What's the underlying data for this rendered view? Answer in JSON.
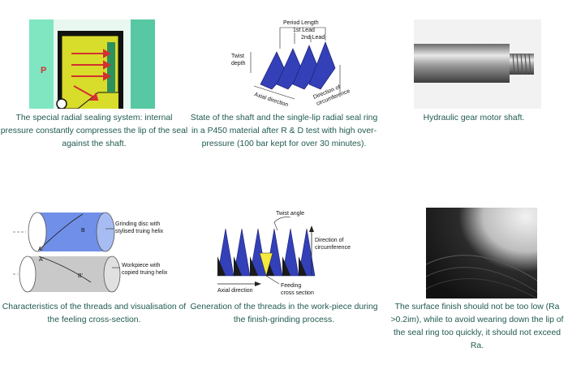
{
  "colors": {
    "caption": "#1f5a4f",
    "seal_green": "#7fe6c1",
    "seal_yellow": "#d8dc2a",
    "thread_blue": "#3340b8"
  },
  "figures": [
    {
      "caption": "The special radial sealing system: internal pressure constantly compresses the lip of the seal against the shaft.",
      "labels": {
        "p": "P"
      }
    },
    {
      "caption": "State of the shaft and the single-lip radial seal ring in a P450 material after R & D test with high over-pressure (100 bar kept for over 30 minutes).",
      "labels": {
        "period_length": "Period Length",
        "first_lead": "1st Lead",
        "second_lead": "2nd Lead",
        "twist_depth_1": "Twist",
        "twist_depth_2": "depth",
        "axial": "Axial direction",
        "circ_1": "Direction of",
        "circ_2": "circumference"
      }
    },
    {
      "caption": "Hydraulic gear motor shaft."
    },
    {
      "caption": "Characteristics of the threads and visualisation of the feeling cross-section.",
      "labels": {
        "grinding_1": "Grinding disc with",
        "grinding_2": "stylised truing helix",
        "workpiece_1": "Workpiece with",
        "workpiece_2": "copied truing helix",
        "a": "A",
        "a_prime": "A'",
        "b": "B",
        "b_prime": "B'"
      }
    },
    {
      "caption": "Generation of the threads in the work-piece during the finish-grinding process.",
      "labels": {
        "twist_angle": "Twist angle",
        "circ_1": "Direction of",
        "circ_2": "circumference",
        "axial": "Axial direction",
        "feeding_1": "Feeding",
        "feeding_2": "cross section"
      }
    },
    {
      "caption": "The surface finish should not be too low (Ra >0.2im), while to avoid wearing down the lip of the seal ring too quickly, it should not exceed Ra."
    }
  ]
}
